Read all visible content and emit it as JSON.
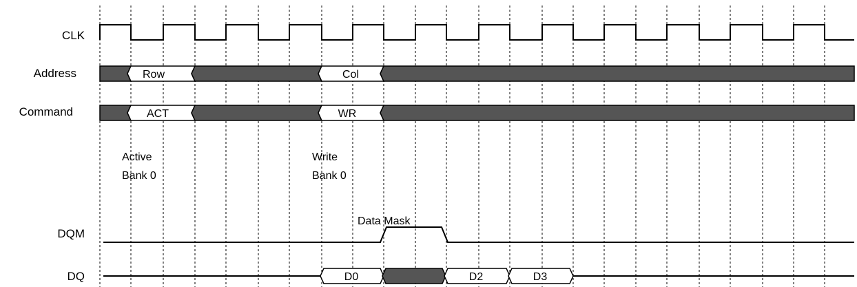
{
  "colors": {
    "line": "#000000",
    "filled_bus": "#555555",
    "guide": "#000000",
    "background": "#ffffff"
  },
  "signals": {
    "clk": "CLK",
    "address": "Address",
    "command": "Command",
    "dqm": "DQM",
    "dq": "DQ"
  },
  "address_values": {
    "row": "Row",
    "col": "Col"
  },
  "command_values": {
    "act": "ACT",
    "wr": "WR"
  },
  "annotations": {
    "active_line1": "Active",
    "active_line2": "Bank 0",
    "write_line1": "Write",
    "write_line2": "Bank 0",
    "data_mask": "Data Mask"
  },
  "dq_values": {
    "d0": "D0",
    "d2": "D2",
    "d3": "D3"
  }
}
